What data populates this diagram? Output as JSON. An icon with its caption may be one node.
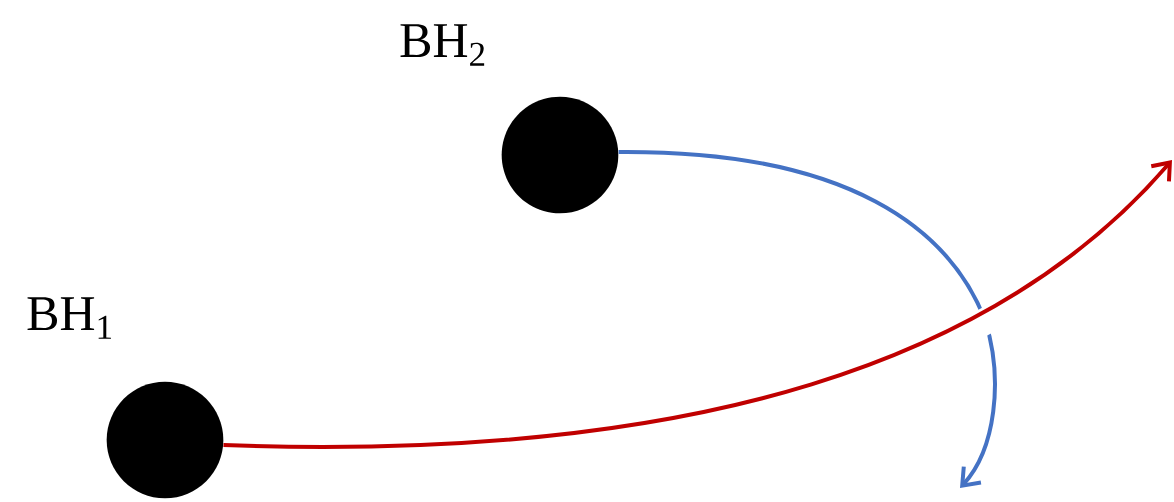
{
  "diagram": {
    "nodes": [
      {
        "text": [
          "BH$_{2}$"
        ]
      },
      {
        "text": [
          "BH$_{1}$"
        ]
      }
    ],
    "edges": [
      {
        "from": 1,
        "to": null,
        "arrow": "to",
        "color": "#c00000"
      },
      {
        "from": 0,
        "to": null,
        "arrow": "to",
        "color": "#4472c4"
      }
    ]
  }
}
